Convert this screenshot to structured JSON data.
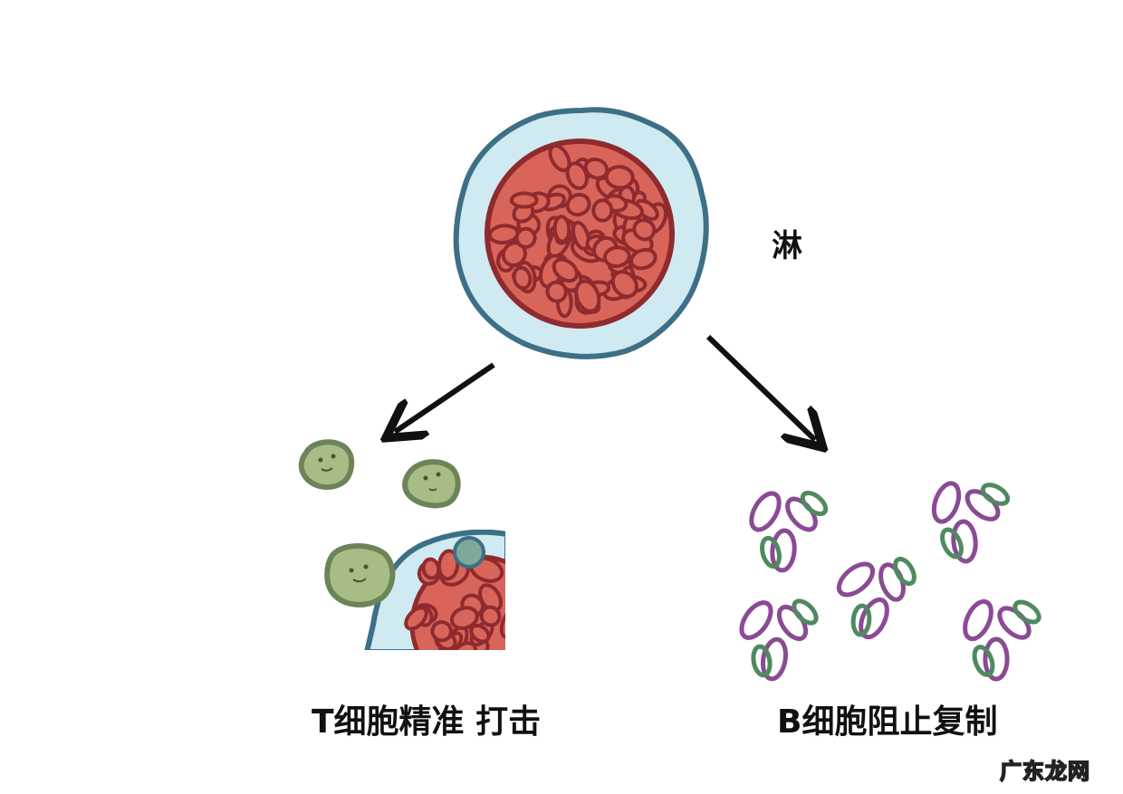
{
  "side_character": "淋",
  "t_cell_label": "T细胞精准 打击",
  "b_cell_label": "B细胞阻止复制",
  "watermark": "广东龙网",
  "colors": {
    "cell_fill": "#cfeaf0",
    "cell_outline": "#3d6f87",
    "tumor_fill": "#d9655a",
    "tumor_outline": "#8f2b2e",
    "t_cell_fill": "#a8bd85",
    "t_cell_outline": "#6c8457",
    "antibody_purple": "#8a4a94",
    "antibody_green": "#4f8a5f",
    "arrow": "#111111"
  }
}
